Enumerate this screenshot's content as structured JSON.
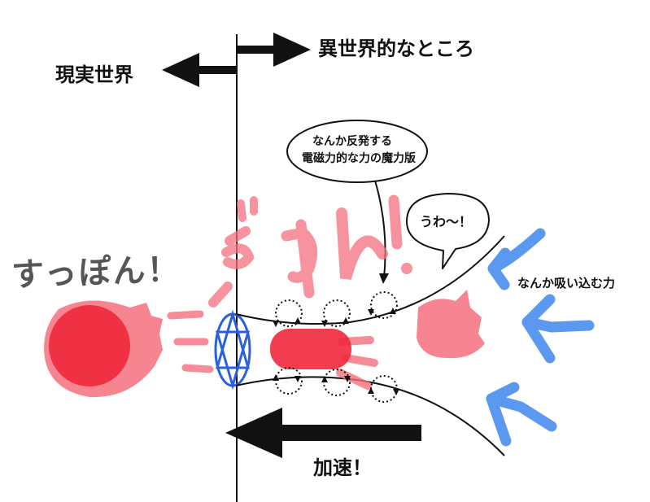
{
  "labels": {
    "real_world": "現実世界",
    "other_world": "異世界的なところ",
    "repel_bubble_line1": "なんか反発する",
    "repel_bubble_line2": "電磁力的な力の魔力版",
    "wow_bubble": "うわ〜！",
    "suction_force": "なんか吸い込む力",
    "accelerate": "加速！",
    "suppon": "すっぽん！",
    "gyun": "ぎゅん！"
  },
  "colors": {
    "ink": "#111111",
    "ball_red": "#f0283c",
    "trail_pink": "#f4707e",
    "magic_circle_blue": "#2a5fe0",
    "suction_arrow_blue": "#4a8ef0",
    "handwriting_gray": "#555555",
    "background": "#ffffff"
  }
}
